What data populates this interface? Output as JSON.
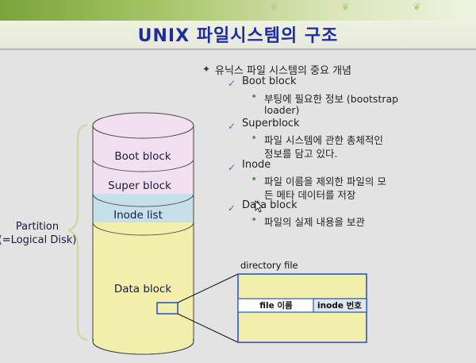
{
  "title": "UNIX 파일시스템의 구조",
  "outline": {
    "heading": "유닉스 파일 시스템의 중요 개념",
    "items": [
      {
        "label": "Boot block",
        "desc": [
          "부팅에 필요한 정보 (bootstrap",
          "loader)"
        ]
      },
      {
        "label": "Superblock",
        "desc": [
          "파일 시스템에 관한 총체적인",
          "정보를 담고 있다."
        ]
      },
      {
        "label": "Inode",
        "desc": [
          "파일 이름을 제외한 파일의 모",
          "든 메타 데이터를 저장"
        ]
      },
      {
        "label": "Data block",
        "desc": [
          "파일의 실제 내용을 보관"
        ]
      }
    ]
  },
  "diagram": {
    "segments": [
      "Boot block",
      "Super block",
      "Inode list",
      "Data block"
    ],
    "partition_label": [
      "Partition",
      "(=Logical Disk)"
    ],
    "directory_title": "directory file",
    "table_cells": [
      "file 이름",
      "inode 번호"
    ]
  },
  "colors": {
    "title": "#1f2d9c",
    "segment_top": "#f2e0f0",
    "segment_inode": "#c6e0ea",
    "segment_data": "#f2efad",
    "outline_border": "#3a64c8",
    "check": "#7a5aa3",
    "bullet_dot": "#4ca34c"
  },
  "icons": [
    "cross-bullet-icon",
    "checkmark-icon",
    "dot-bullet-icon"
  ]
}
